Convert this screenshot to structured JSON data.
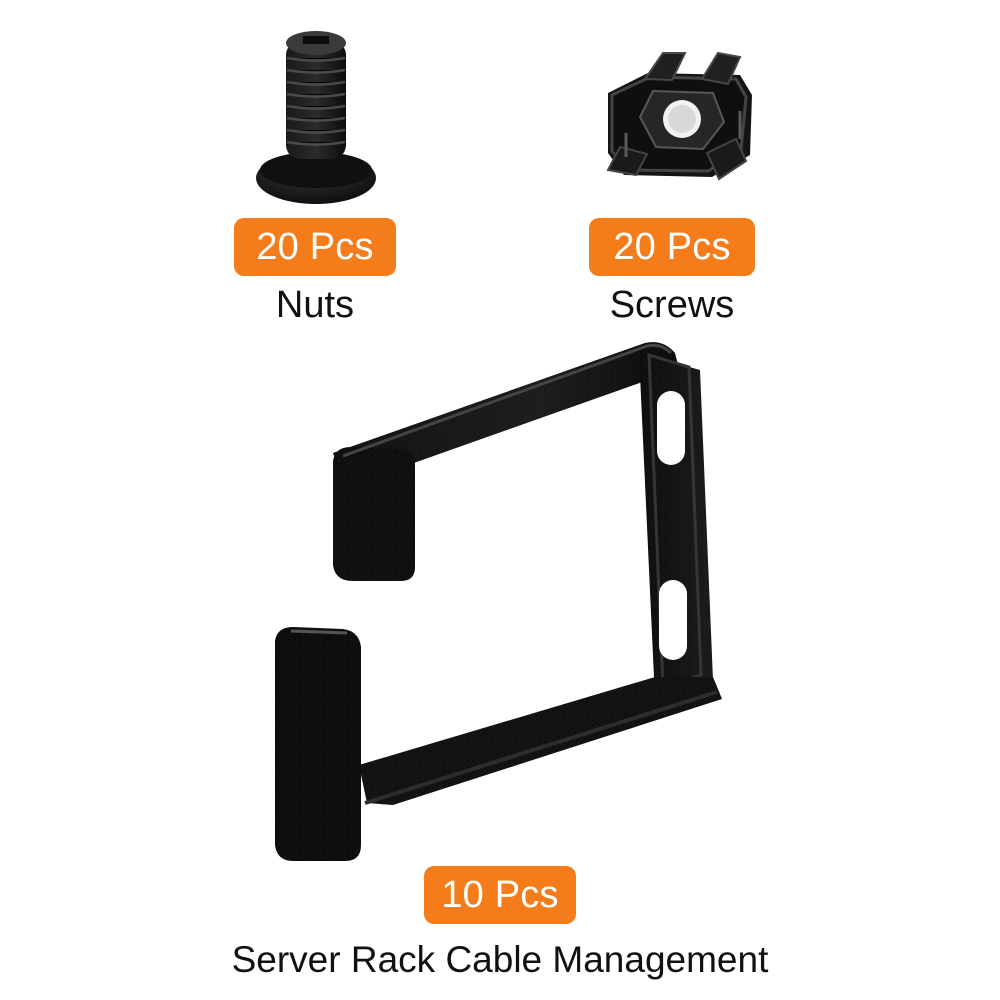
{
  "items": [
    {
      "id": "screw",
      "quantity_label": "20 Pcs",
      "caption": "Nuts",
      "icon": "screw-icon"
    },
    {
      "id": "cage-nut",
      "quantity_label": "20 Pcs",
      "caption": "Screws",
      "icon": "cage-nut-icon"
    },
    {
      "id": "cable-management",
      "quantity_label": "10 Pcs",
      "caption": "Server Rack Cable Management",
      "icon": "cable-ring-icon"
    }
  ],
  "colors": {
    "accent": "#f47c1a",
    "metal": "#111111",
    "text": "#111111",
    "background": "#ffffff"
  }
}
